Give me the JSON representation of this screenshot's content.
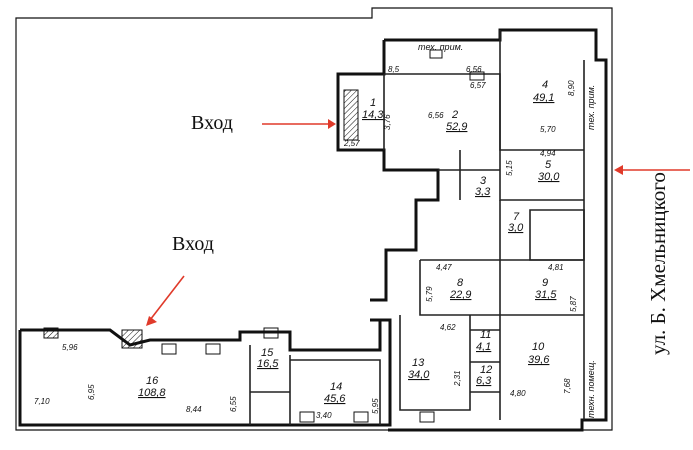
{
  "entrances": [
    {
      "label": "Вход"
    },
    {
      "label": "Вход"
    }
  ],
  "street": {
    "label": "ул. Б. Хмельницкого"
  },
  "notes": {
    "tech_room_top": "тех. прим.",
    "tech_room_right": "тех. прим.",
    "tech_room_bottom": "техн. помещ."
  },
  "rooms": [
    {
      "num": "1",
      "area": "14,3"
    },
    {
      "num": "2",
      "area": "52,9"
    },
    {
      "num": "3",
      "area": "3,3"
    },
    {
      "num": "4",
      "area": "49,1"
    },
    {
      "num": "5",
      "area": "30,0"
    },
    {
      "num": "7",
      "area": "3,0"
    },
    {
      "num": "8",
      "area": "22,9"
    },
    {
      "num": "9",
      "area": "31,5"
    },
    {
      "num": "10",
      "area": "39,6"
    },
    {
      "num": "11",
      "area": "4,1"
    },
    {
      "num": "12",
      "area": "6,3"
    },
    {
      "num": "13",
      "area": "34,0"
    },
    {
      "num": "14",
      "area": "45,6"
    },
    {
      "num": "15",
      "area": "16,5"
    },
    {
      "num": "16",
      "area": "108,8"
    }
  ],
  "dimensions": [
    "8,5",
    "6,56",
    "6,57",
    "3,76",
    "6,56",
    "2,57",
    "8,90",
    "5,70",
    "4,94",
    "5,15",
    "4,47",
    "5,79",
    "4,81",
    "5,87",
    "4,62",
    "2,31",
    "4,80",
    "7,68",
    "5,96",
    "6,95",
    "7,10",
    "8,44",
    "6,55",
    "3,40",
    "5,95"
  ]
}
